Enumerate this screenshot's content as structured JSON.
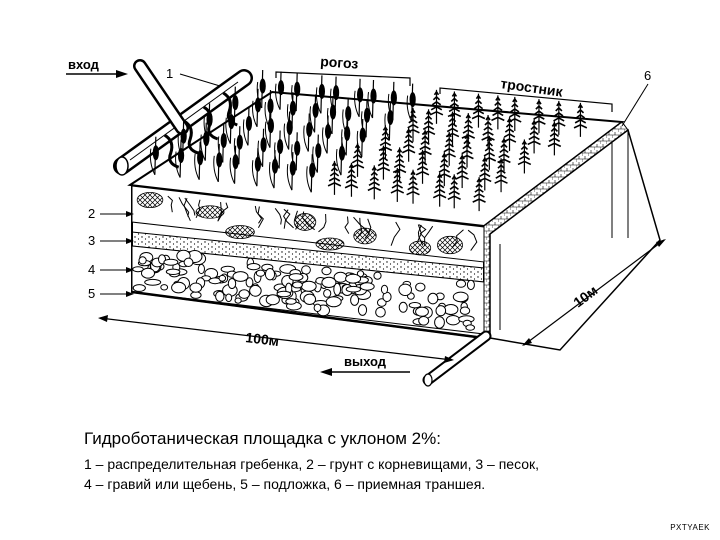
{
  "diagram": {
    "labels": {
      "inlet": "вход",
      "outlet": "выход",
      "cattail": "рогоз",
      "reed": "тростник",
      "length": "100м",
      "width": "10м",
      "n1": "1",
      "n2": "2",
      "n3": "3",
      "n4": "4",
      "n5": "5",
      "n6": "6"
    },
    "caption": {
      "title": "Гидроботаническая площадка с уклоном 2%:",
      "legend_line1": "1 – распределительная гребенка, 2 – грунт с корневищами, 3 – песок,",
      "legend_line2": "4 – гравий или щебень, 5 – подложка, 6 – приемная траншея."
    }
  },
  "watermark": "PXTYAEK"
}
